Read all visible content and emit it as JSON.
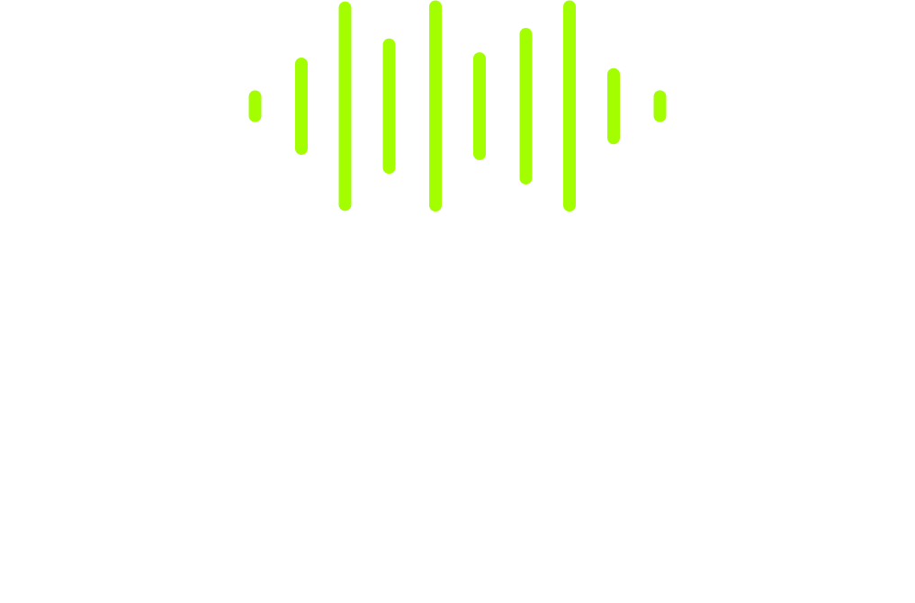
{
  "waveform": {
    "icon": "audio-waveform-icon",
    "color": "#a3ff00",
    "background": "#ffffff",
    "bar_levels": [
      0.15,
      0.46,
      0.99,
      0.64,
      1.0,
      0.51,
      0.74,
      1.0,
      0.36,
      0.15
    ]
  }
}
